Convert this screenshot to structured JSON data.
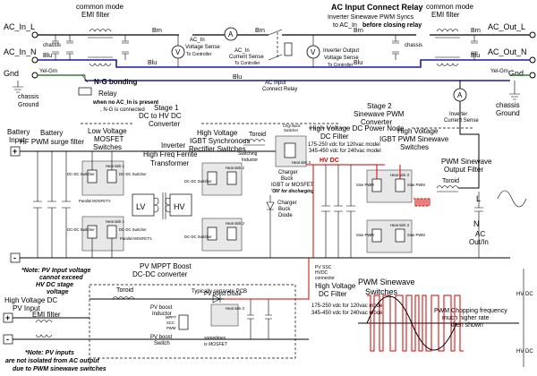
{
  "header": {
    "title": "AC Input Connect Relay",
    "sub1": "Inverter Sinewave PWM Syncs",
    "sub2_pre": "to AC_In ",
    "sub2_bold": "before closing relay"
  },
  "terminals": {
    "ac_in_l": "AC_In_L",
    "ac_in_n": "AC_In_N",
    "gnd_left": "Gnd",
    "ac_out_l": "AC_Out_L",
    "ac_out_n": "AC_Out_N",
    "gnd_right": "Gnd"
  },
  "wires": {
    "brn": "Brn",
    "blu": "Blu",
    "yel_grn": "Yel-Grn"
  },
  "labels": {
    "cm_emi_left_1": "common mode",
    "cm_emi_left_2": "EMI filter",
    "cm_emi_right_1": "common mode",
    "cm_emi_right_2": "EMI filter",
    "chassis": "chassis",
    "chassis_ground_1": "chassis",
    "chassis_ground_2": "Ground",
    "ng_bonding": "N-G bonding",
    "relay": "Relay",
    "relay_note_1": "when no AC_In is present",
    "relay_note_2": ", N-G is connected",
    "acin_vsense_1": "AC_In",
    "acin_vsense_2": "Voltage Sense",
    "acin_vsense_3": "To Controller",
    "acin_isense_1": "AC_In",
    "acin_isense_2": "Current Sense",
    "acin_isense_3": "To Controller",
    "ac_in_connect_relay_1": "AC Input",
    "ac_in_connect_relay_2": "Connect Relay",
    "inv_out_vsense_1": "Inverter Output",
    "inv_out_vsense_2": "Voltage Sense",
    "inv_out_vsense_3": "To Controller",
    "inv_current_sense_1": "Inverter",
    "inv_current_sense_2": "Current Sense",
    "stage1_1": "Stage 1",
    "stage1_2": "DC to HV DC",
    "stage1_3": "Converter",
    "stage2_1": "Stage 2",
    "stage2_2": "Sinewave PWM",
    "stage2_3": "Converter",
    "battery_input_1": "Battery",
    "battery_input_2": "Input",
    "battery_filter_1": "Battery",
    "battery_filter_2": "HF PWM surge filter",
    "lv_mosfet_1": "Low Voltage",
    "lv_mosfet_2": "MOSFET",
    "lv_mosfet_3": "Switches",
    "inv_xfmr_1": "Inverter",
    "inv_xfmr_2": "High Freq Ferrite",
    "inv_xfmr_3": "Transformer",
    "hv_igbt_1": "High Voltage",
    "hv_igbt_2": "IGBT Synchronous",
    "hv_igbt_3": "Rectifier Switches",
    "toroid": "Toroid",
    "switching_inductor_1": "Switching",
    "switching_inductor_2": "Inductor",
    "chg_buck_sw_1": "Chgr Buck",
    "chg_buck_sw_2": "Switcher",
    "charger_buck_1": "Charger",
    "charger_buck_2": "Buck",
    "charger_buck_3": "IGBT or MOSFET",
    "charger_buck_4": "'ON' for discharging",
    "charger_diode_1": "Charger",
    "charger_diode_2": "Buck",
    "charger_diode_3": "Diode",
    "hv_dc_node_1": "High Voltage DC Power Node",
    "hv_dc_node_2": "DC Filter",
    "hv_dc_node_3": "175-250 vdc for 120vac model",
    "hv_dc_node_4": "345-450 vdc for 240vac model",
    "hv_dc": "HV DC",
    "hv_pwm_sw_1": "High Voltage",
    "hv_pwm_sw_2": "IGBT PWM Sinewave",
    "hv_pwm_sw_3": "Switches",
    "pwm_out_filter_1": "PWM Sinewave",
    "pwm_out_filter_2": "Output Filter",
    "toroid_out": "Toroid",
    "l_label": "L",
    "n_label": "N",
    "ac_outin_1": "AC",
    "ac_outin_2": "Out/In",
    "lv": "LV",
    "hv": "HV",
    "heat_sink_1": "Heat sink 1",
    "heat_sink_2": "Heat sink 2",
    "heat_sink_3": "Heat sink 3",
    "dcdc_switcher": "DC-DC Switcher",
    "parallel_mosfets": "Parallel MOSFET's",
    "sine_pwm": "Sine PWM",
    "pv_mppt_1": "PV MPPT Boost",
    "pv_mppt_2": "DC-DC converter",
    "pv_note_1": "*Note: PV Input voltage",
    "pv_note_2": "cannot exceed",
    "pv_note_3": "HV DC stage",
    "pv_note_4": "voltage",
    "hv_dc_pv_1": "High Voltage DC",
    "hv_dc_pv_2": "PV Input",
    "emi_filter": "EMI filter",
    "pv_note2_1": "*Note: PV inputs",
    "pv_note2_2": "are not isolated from AC output",
    "pv_note2_3": "due to PWM sinewave switches",
    "typ_sep_pcb": "Typically separate PCB",
    "pv_boost_inductor_1": "PV boost",
    "pv_boost_inductor_2": "Inductor",
    "pv_boost_diode": "PV boost Diode",
    "mppt_scc_1": "MPPT",
    "mppt_scc_2": "SCC",
    "mppt_scc_3": "PWM",
    "pv_boost_switch_1": "PV boost",
    "pv_boost_switch_2": "Switch",
    "sometimes_mosfet_1": "sometimes",
    "sometimes_mosfet_2": "is MOSFET",
    "hv_dc_filter_1": "High Voltage",
    "hv_dc_filter_2": "DC Filter",
    "hv_dc_filter_3": "175-250 vdc for 120vac model",
    "hv_dc_filter_4": "345-450 vdc for 240vac model",
    "pv_ssc_1": "PV SSC",
    "pv_ssc_2": "HVDC",
    "pv_ssc_3": "connector",
    "pwm_sinewave_sw_1": "PWM Sinewave",
    "pwm_sinewave_sw_2": "Switches",
    "pwm_chop_1": "PWM Chopping frequency",
    "pwm_chop_2": "much higher rate",
    "pwm_chop_3": "then shown",
    "hv_dc_wave_top": "HV DC",
    "hv_dc_wave_bot": "HV DC",
    "plus": "+",
    "minus": "-",
    "v": "V",
    "a": "A"
  },
  "colors": {
    "blue_wire": "#1a1aa8",
    "green_wire": "#3a7a3a",
    "hv_red": "#d00000"
  }
}
